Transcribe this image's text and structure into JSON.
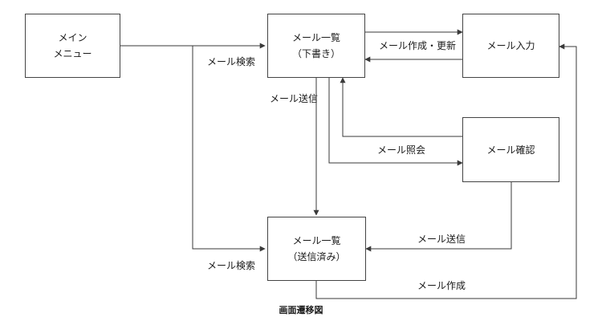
{
  "nodes": {
    "main_menu": {
      "line1": "メイン",
      "line2": "メニュー"
    },
    "mail_list_draft": {
      "line1": "メール一覧",
      "line2": "（下書き）"
    },
    "mail_input": {
      "line1": "メール入力"
    },
    "mail_confirm": {
      "line1": "メール確認"
    },
    "mail_list_sent": {
      "line1": "メール一覧",
      "line2": "（送信済み）"
    }
  },
  "edge_labels": {
    "search_top": "メール検索",
    "search_bottom": "メール検索",
    "create_update": "メール作成・更新",
    "send_from_draft": "メール送信",
    "view": "メール照会",
    "send_from_confirm": "メール送信",
    "create": "メール作成"
  },
  "caption": "画面遷移図",
  "colors": {
    "line": "#3a3a3a",
    "box_border": "#444444"
  }
}
